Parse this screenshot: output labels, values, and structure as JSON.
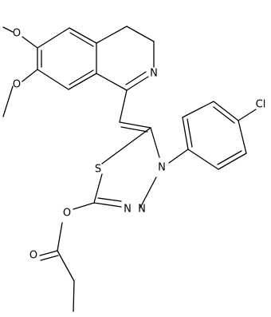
{
  "atom_labels": {
    "ome_top_o": "O",
    "ome_bottom_o": "O",
    "ring_n": "N",
    "thiadiazole_s": "S",
    "thiadiazole_n_aryl": "N",
    "thiadiazole_n_left": "N",
    "thiadiazole_n_right": "N",
    "ester_o": "O",
    "carbonyl_o": "O",
    "chloro": "Cl"
  }
}
